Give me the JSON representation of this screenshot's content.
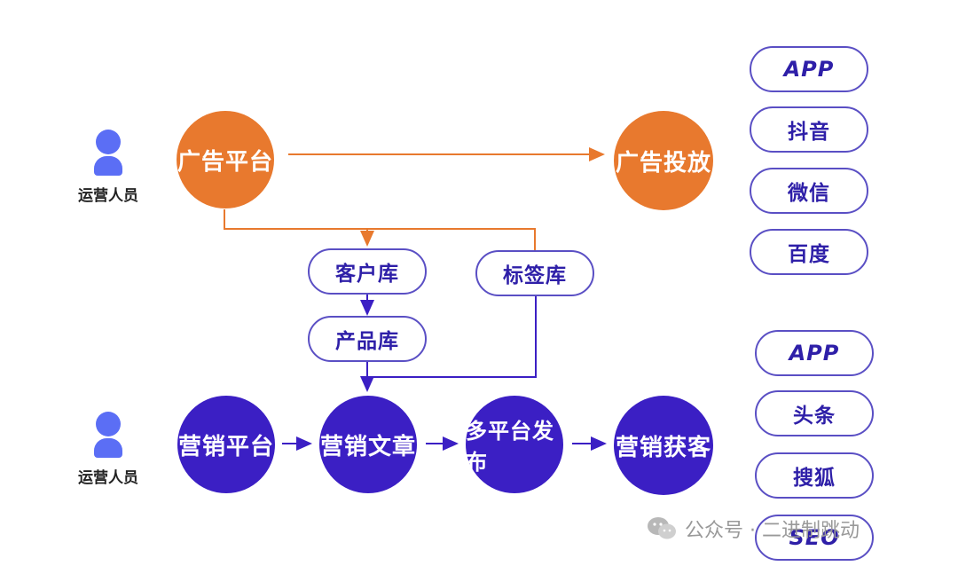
{
  "people": {
    "top_label": "运营人员",
    "bottom_label": "运营人员"
  },
  "ad_flow": {
    "ad_platform": "广告平台",
    "ad_delivery": "广告投放"
  },
  "libraries": {
    "customer": "客户库",
    "product": "产品库",
    "tag": "标签库"
  },
  "marketing_flow": {
    "platform": "营销平台",
    "article": "营销文章",
    "publish": "多平台发布",
    "acquire": "营销获客"
  },
  "ad_channels": [
    "APP",
    "抖音",
    "微信",
    "百度"
  ],
  "marketing_channels": [
    "APP",
    "头条",
    "搜狐",
    "SEO"
  ],
  "watermark": "公众号 · 二进制跳动",
  "colors": {
    "orange": "#e8792e",
    "purple": "#3b1fc4",
    "person": "#5b6ef5"
  }
}
